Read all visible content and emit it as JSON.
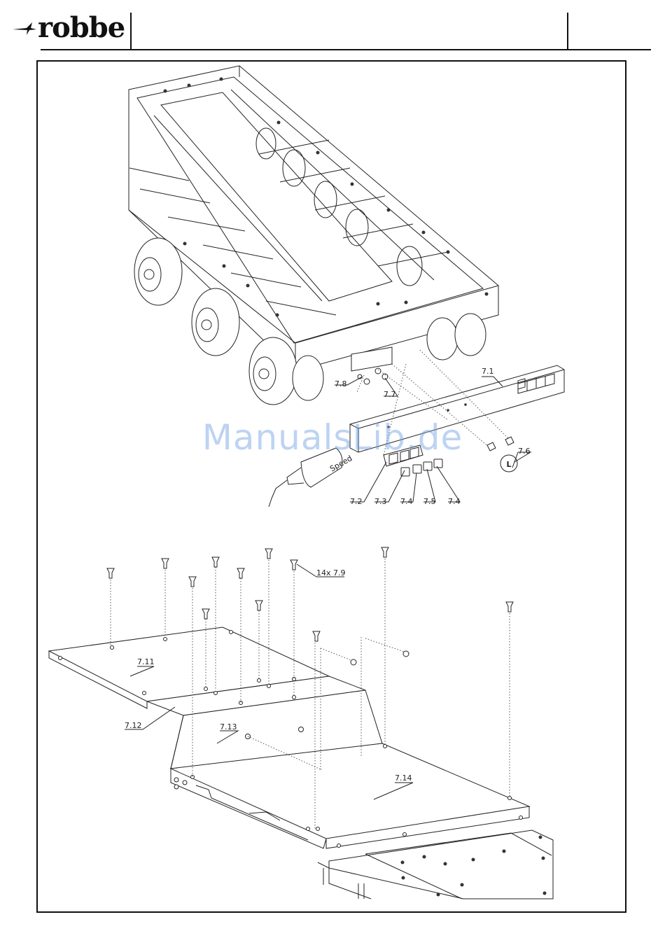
{
  "brand": {
    "name": "robbe"
  },
  "watermark": {
    "text": "ManualsLib.de"
  },
  "upper_assembly": {
    "callouts": [
      "7.1",
      "7.2",
      "7.3",
      "7.4",
      "7.5",
      "7.4",
      "7.6",
      "7.7",
      "7.8"
    ],
    "screw_mark": "L",
    "bottle_label": "Speed"
  },
  "lower_assembly": {
    "screw_callout": "14x 7.9",
    "plate_callouts": [
      "7.11",
      "7.12",
      "7.13",
      "7.14"
    ]
  }
}
